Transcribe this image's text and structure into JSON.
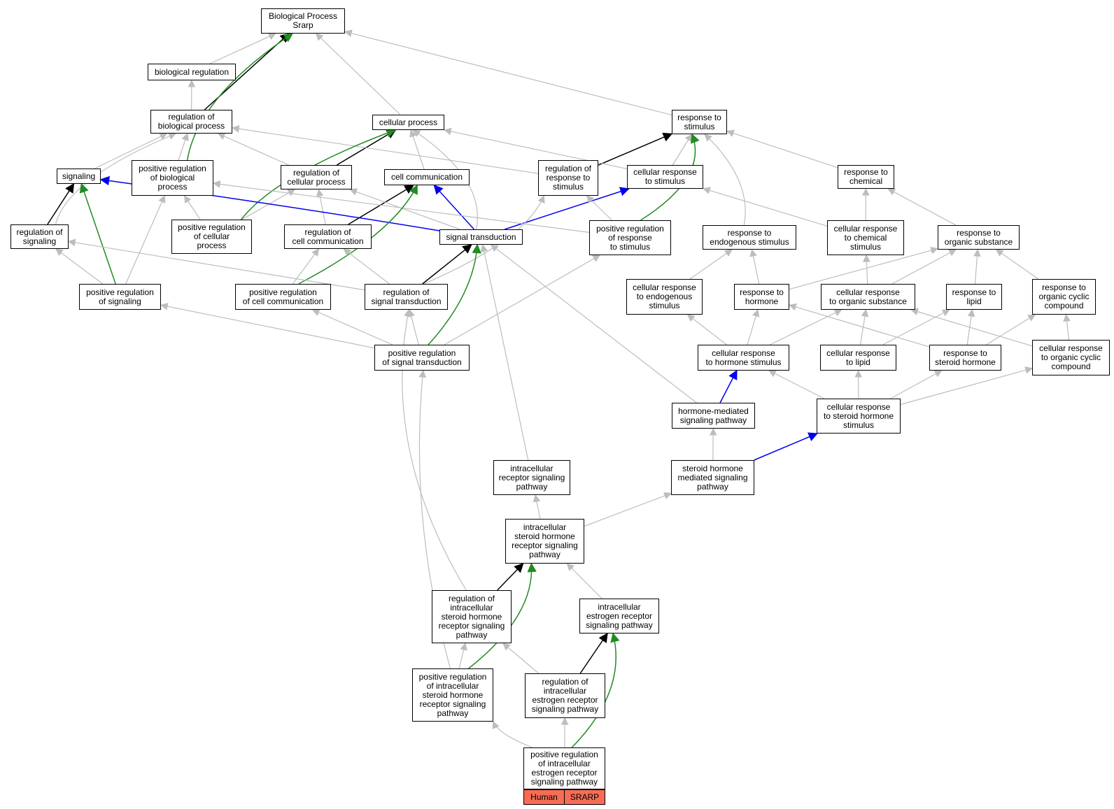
{
  "nodes": [
    {
      "id": "root",
      "label": "Biological Process\nSrarp"
    },
    {
      "id": "bioreg",
      "label": "biological regulation"
    },
    {
      "id": "regbio",
      "label": "regulation of\nbiological process"
    },
    {
      "id": "cellproc",
      "label": "cellular process"
    },
    {
      "id": "resp",
      "label": "response to\nstimulus"
    },
    {
      "id": "signaling",
      "label": "signaling"
    },
    {
      "id": "posbio",
      "label": "positive regulation\nof biological\nprocess"
    },
    {
      "id": "regcell",
      "label": "regulation of\ncellular process"
    },
    {
      "id": "cellcomm",
      "label": "cell communication"
    },
    {
      "id": "regresp",
      "label": "regulation of\nresponse to\nstimulus"
    },
    {
      "id": "cellresp",
      "label": "cellular response\nto stimulus"
    },
    {
      "id": "respchem",
      "label": "response to\nchemical"
    },
    {
      "id": "regsig",
      "label": "regulation of\nsignaling"
    },
    {
      "id": "poscell",
      "label": "positive regulation\nof cellular\nprocess"
    },
    {
      "id": "regcomm",
      "label": "regulation of\ncell communication"
    },
    {
      "id": "sigtrans",
      "label": "signal transduction"
    },
    {
      "id": "posresp",
      "label": "positive regulation\nof response\nto stimulus"
    },
    {
      "id": "respendo",
      "label": "response to\nendogenous stimulus"
    },
    {
      "id": "cellrespchem",
      "label": "cellular response\nto chemical\nstimulus"
    },
    {
      "id": "resporg",
      "label": "response to\norganic substance"
    },
    {
      "id": "possig",
      "label": "positive regulation\nof signaling"
    },
    {
      "id": "poscomm",
      "label": "positive regulation\nof cell communication"
    },
    {
      "id": "regsigtrans",
      "label": "regulation of\nsignal transduction"
    },
    {
      "id": "cellrespendo",
      "label": "cellular response\nto endogenous\nstimulus"
    },
    {
      "id": "resphorm",
      "label": "response to\nhormone"
    },
    {
      "id": "cellresporg",
      "label": "cellular response\nto organic substance"
    },
    {
      "id": "resplipid",
      "label": "response to\nlipid"
    },
    {
      "id": "respcyclic",
      "label": "response to\norganic cyclic\ncompound"
    },
    {
      "id": "possigtrans",
      "label": "positive regulation\nof signal transduction"
    },
    {
      "id": "cellresphorm",
      "label": "cellular response\nto hormone stimulus"
    },
    {
      "id": "cellresplipid",
      "label": "cellular response\nto lipid"
    },
    {
      "id": "respster",
      "label": "response to\nsteroid hormone"
    },
    {
      "id": "cellrespcyclic",
      "label": "cellular response\nto organic cyclic\ncompound"
    },
    {
      "id": "hormpath",
      "label": "hormone-mediated\nsignaling pathway"
    },
    {
      "id": "cellrespster",
      "label": "cellular response\nto steroid hormone\nstimulus"
    },
    {
      "id": "intrarec",
      "label": "intracellular\nreceptor signaling\npathway"
    },
    {
      "id": "sterpath",
      "label": "steroid hormone\nmediated signaling\npathway"
    },
    {
      "id": "intraster",
      "label": "intracellular\nsteroid hormone\nreceptor signaling\npathway"
    },
    {
      "id": "regintraster",
      "label": "regulation of\nintracellular\nsteroid hormone\nreceptor signaling\npathway"
    },
    {
      "id": "intraestr",
      "label": "intracellular\nestrogen receptor\nsignaling pathway"
    },
    {
      "id": "posintraster",
      "label": "positive regulation\nof intracellular\nsteroid hormone\nreceptor signaling\npathway"
    },
    {
      "id": "regintraestr",
      "label": "regulation of\nintracellular\nestrogen receptor\nsignaling pathway"
    },
    {
      "id": "posintraestr",
      "label": "positive regulation\nof intracellular\nestrogen receptor\nsignaling pathway"
    }
  ],
  "tags": [
    "Human",
    "SRARP"
  ],
  "edge_colors": {
    "gray": "#bdbdbd",
    "black": "#000000",
    "green": "#228b22",
    "blue": "#0000ee",
    "tag": "#f66c55"
  }
}
